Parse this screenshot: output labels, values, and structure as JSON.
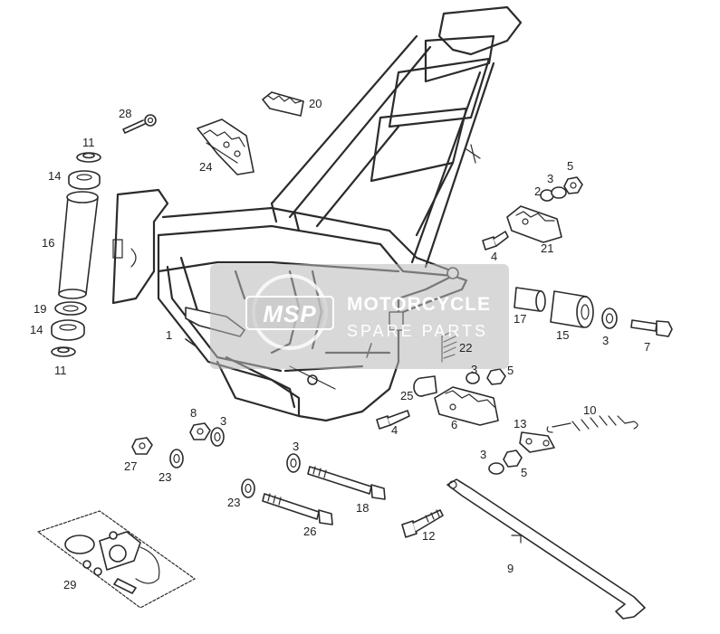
{
  "diagram": {
    "callouts": [
      "1",
      "2",
      "3",
      "4",
      "5",
      "6",
      "7",
      "8",
      "9",
      "10",
      "11",
      "12",
      "13",
      "14",
      "15",
      "16",
      "17",
      "18",
      "19",
      "20",
      "21",
      "22",
      "23",
      "24",
      "25",
      "26",
      "27",
      "28",
      "29"
    ]
  },
  "watermark": {
    "logo_text": "MSP",
    "line1": "MOTORCYCLE",
    "line2": "SPARE PARTS"
  },
  "colors": {
    "line": "#2b2b2b",
    "watermark_band": "#b8b8b8",
    "watermark_logo": "#c7c7c7"
  }
}
